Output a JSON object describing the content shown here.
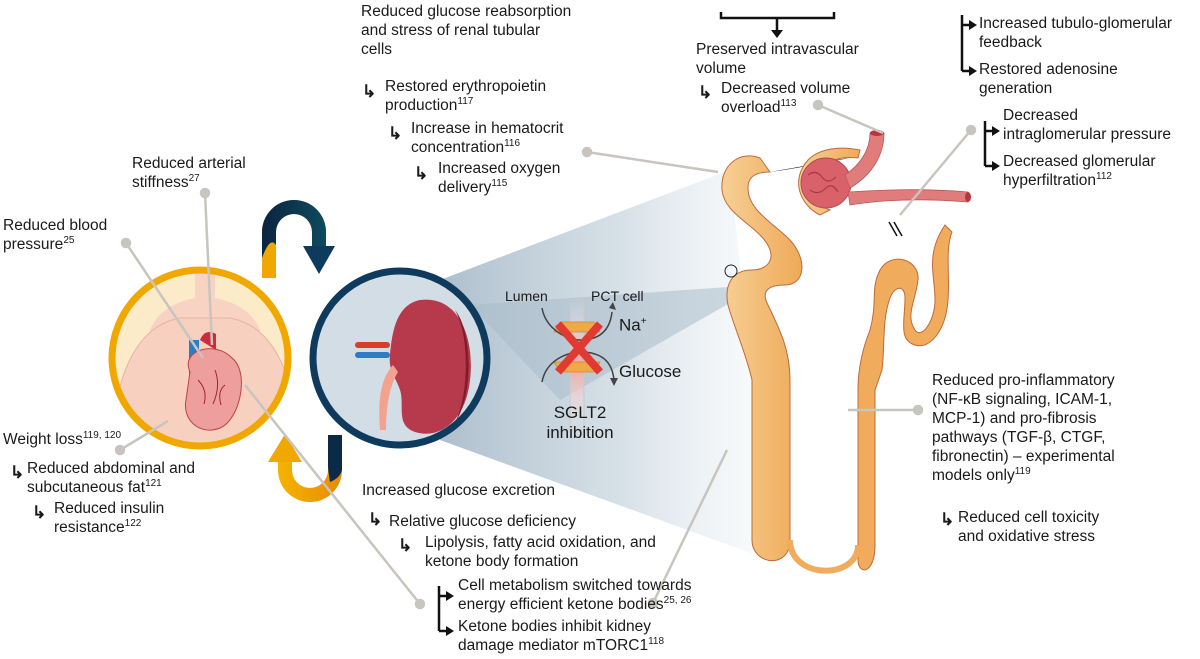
{
  "colors": {
    "gold": "#F0A800",
    "navy": "#0E3A5E",
    "kidney_red": "#B73A4C",
    "nephron_orange": "#F2B46A",
    "vessel_red": "#E07C7C",
    "inhibit_red": "#E03A33",
    "connector_gray": "#C8C4BE",
    "zoom_beam": "#B9CAD6"
  },
  "renal_tubular": {
    "heading": "Reduced glucose reabsorption and stress of renal tubular cells",
    "heading_lines": [
      "Reduced glucose reabsorption",
      "and stress of renal tubular",
      "cells"
    ],
    "items": [
      {
        "lines": [
          "Restored erythropoietin",
          "production"
        ],
        "ref": "117"
      },
      {
        "lines": [
          "Increase in hematocrit",
          "concentration"
        ],
        "ref": "116"
      },
      {
        "lines": [
          "Increased oxygen",
          "delivery"
        ],
        "ref": "115"
      }
    ]
  },
  "volume": {
    "heading_lines": [
      "Preserved intravascular",
      "volume"
    ],
    "item": {
      "lines": [
        "Decreased volume",
        "overload"
      ],
      "ref": "113"
    }
  },
  "glomerular": {
    "items": [
      {
        "lines": [
          "Increased tubulo-glomerular",
          "feedback"
        ],
        "ref": ""
      },
      {
        "lines": [
          "Restored adenosine",
          "generation"
        ],
        "ref": ""
      },
      {
        "lines": [
          "Decreased",
          "intraglomerular pressure"
        ],
        "ref": ""
      },
      {
        "lines": [
          "Decreased glomerular",
          "hyperfiltration"
        ],
        "ref": "112"
      }
    ]
  },
  "cardio": {
    "arterial": {
      "lines": [
        "Reduced arterial",
        "stiffness"
      ],
      "ref": "27"
    },
    "blood_pressure": {
      "lines": [
        "Reduced blood",
        "pressure"
      ],
      "ref": "25"
    },
    "weight": {
      "text": "Weight loss",
      "ref": "119, 120"
    },
    "weight_items": [
      {
        "lines": [
          "Reduced abdominal and",
          "subcutaneous fat"
        ],
        "ref": "121"
      },
      {
        "lines": [
          "Reduced insulin",
          "resistance"
        ],
        "ref": "122"
      }
    ]
  },
  "glucose_excretion": {
    "heading": "Increased glucose excretion",
    "items": [
      {
        "lines": [
          "Relative glucose deficiency"
        ],
        "ref": ""
      },
      {
        "lines": [
          "Lipolysis, fatty acid oxidation, and",
          "ketone body formation"
        ],
        "ref": ""
      },
      {
        "lines": [
          "Cell metabolism switched towards",
          "energy efficient ketone bodies"
        ],
        "ref": "25, 26"
      },
      {
        "lines": [
          "Ketone bodies inhibit kidney",
          "damage mediator mTORC1"
        ],
        "ref": "118"
      }
    ]
  },
  "inflammation": {
    "lines": [
      "Reduced pro-inflammatory",
      "(NF-κB signaling, ICAM-1,",
      "MCP-1) and pro-fibrosis",
      "pathways (TGF-β, CTGF,",
      "fibronectin) – experimental",
      "models only"
    ],
    "ref": "119",
    "item": {
      "lines": [
        "Reduced cell toxicity",
        "and oxidative stress"
      ],
      "ref": ""
    }
  },
  "sglt2": {
    "lumen": "Lumen",
    "pct_cell": "PCT cell",
    "sodium": "Na",
    "sodium_charge": "+",
    "glucose": "Glucose",
    "caption_lines": [
      "SGLT2",
      "inhibition"
    ]
  },
  "icons": {
    "sub_arrow": "↳",
    "heart": "heart-icon",
    "kidney": "kidney-icon",
    "nephron": "nephron-icon",
    "cycle_arrows": "cycle-arrows-icon"
  }
}
